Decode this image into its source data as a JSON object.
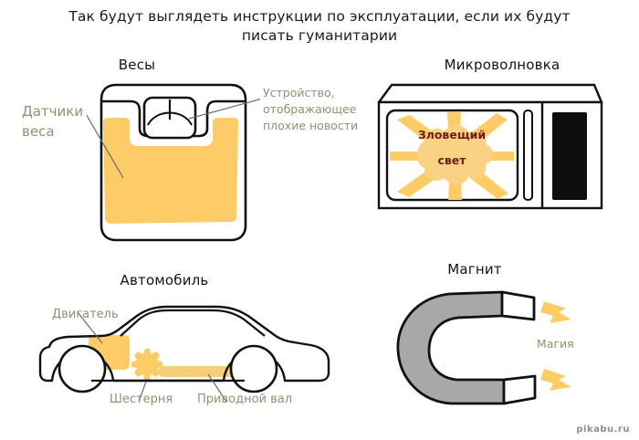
{
  "page": {
    "title_line1": "Так будут выглядеть инструкции по эксплуатации, если их будут",
    "title_line2": "писать гуманитарии",
    "watermark": "pikabu.ru"
  },
  "colors": {
    "yellow": "#FDCC66",
    "yellow_light": "#FBD284",
    "label_brown": "#9a8b73",
    "outline": "#111111",
    "magnet_gray": "#A8A8A8",
    "ominous_text": "#6b1f14",
    "leader_line": "#6b6b6b",
    "panel_black": "#0d0d0d"
  },
  "panels": [
    {
      "id": "scales",
      "title": "Весы",
      "labels": [
        {
          "id": "weight-sensors",
          "text_line1": "Датчики",
          "text_line2": "веса"
        },
        {
          "id": "bad-news-display",
          "text_line1": "Устройство,",
          "text_line2": "отображающее",
          "text_line3": "плохие новости"
        }
      ]
    },
    {
      "id": "microwave",
      "title": "Микроволновка",
      "labels": [
        {
          "id": "ominous-light",
          "text_line1": "Зловещий",
          "text_line2": "свет"
        }
      ]
    },
    {
      "id": "car",
      "title": "Автомобиль",
      "labels": [
        {
          "id": "engine",
          "text_line1": "Двигатель"
        },
        {
          "id": "gear",
          "text_line1": "Шестерня"
        },
        {
          "id": "driveshaft",
          "text_line1": "Приводной вал"
        }
      ]
    },
    {
      "id": "magnet",
      "title": "Магнит",
      "labels": [
        {
          "id": "magic",
          "text_line1": "Магия"
        }
      ]
    }
  ]
}
